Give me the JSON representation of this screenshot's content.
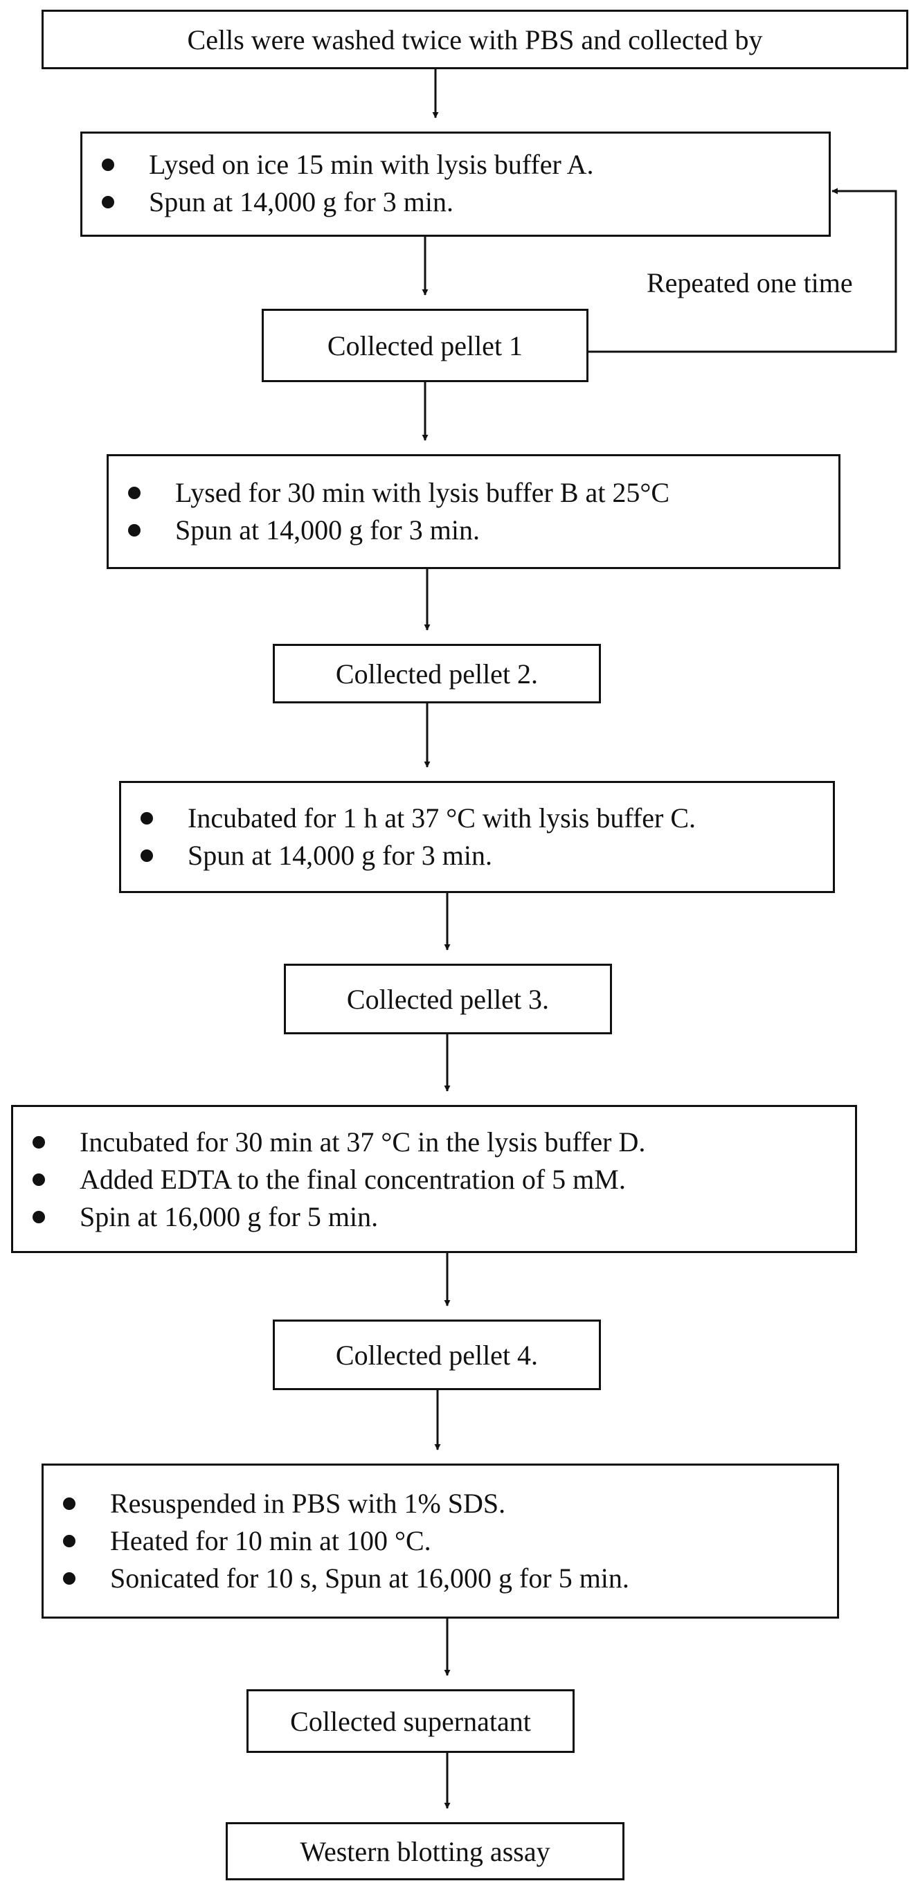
{
  "steps": {
    "s0": {
      "text": "Cells were washed twice with PBS and collected by"
    },
    "s1": {
      "bullets": [
        "Lysed on ice 15 min with lysis buffer A.",
        "Spun at 14,000 g for 3 min."
      ]
    },
    "s2": {
      "text": "Collected pellet 1"
    },
    "s3": {
      "bullets": [
        "Lysed for 30 min with lysis buffer B at 25°C",
        "Spun at 14,000 g for 3 min."
      ]
    },
    "s4": {
      "text": "Collected pellet 2."
    },
    "s5": {
      "bullets": [
        "Incubated for 1 h at 37 °C with lysis buffer C.",
        "Spun at 14,000 g for 3 min."
      ]
    },
    "s6": {
      "text": "Collected pellet 3."
    },
    "s7": {
      "bullets": [
        "Incubated for 30 min at 37 °C in the lysis buffer D.",
        "Added EDTA to the final concentration of 5 mM.",
        "Spin at 16,000 g for 5 min."
      ]
    },
    "s8": {
      "text": "Collected pellet 4."
    },
    "s9": {
      "bullets": [
        "Resuspended in PBS with 1% SDS.",
        "Heated for 10 min at 100 °C.",
        "Sonicated for 10 s, Spun at 16,000 g for 5 min."
      ]
    },
    "s10": {
      "text": "Collected supernatant"
    },
    "s11": {
      "text": "Western blotting assay"
    }
  },
  "loop_label": "Repeated one time"
}
